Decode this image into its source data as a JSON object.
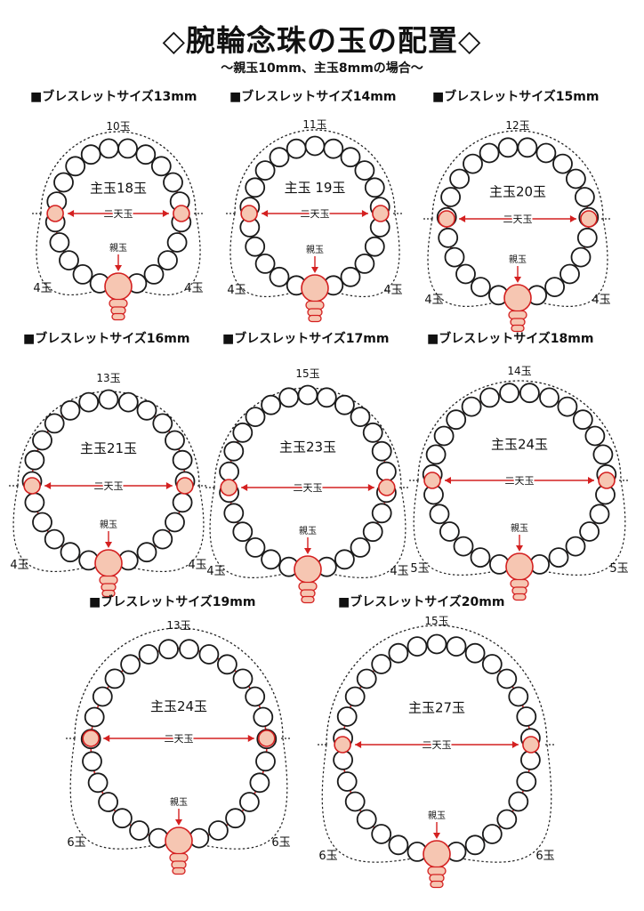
{
  "title": "◇腕輪念珠の玉の配置◇",
  "subtitle": "～親玉10mm、主玉8mmの場合～",
  "colors": {
    "bead_outline": "#1a1a1a",
    "ring_line": "#d42020",
    "accent_bead_fill": "#f6c6b2",
    "accent_bead_stroke": "#d42020",
    "dotted_line": "#222222"
  },
  "diagrams": [
    {
      "heading": "■ブレスレットサイズ13mm",
      "top_count": "10玉",
      "main_beads": "主玉18玉",
      "width_label": "二天玉",
      "oya_label": "親玉",
      "left_count": "4玉",
      "right_count": "4玉"
    },
    {
      "heading": "■ブレスレットサイズ14mm",
      "top_count": "11玉",
      "main_beads": "主玉 19玉",
      "width_label": "二天玉",
      "oya_label": "親玉",
      "left_count": "4玉",
      "right_count": "4玉"
    },
    {
      "heading": "■ブレスレットサイズ15mm",
      "top_count": "12玉",
      "main_beads": "主玉20玉",
      "width_label": "二天玉",
      "oya_label": "親玉",
      "left_count": "4玉",
      "right_count": "4玉"
    },
    {
      "heading": "■ブレスレットサイズ16mm",
      "top_count": "13玉",
      "main_beads": "主玉21玉",
      "width_label": "二天玉",
      "oya_label": "親玉",
      "left_count": "4玉",
      "right_count": "4玉"
    },
    {
      "heading": "■ブレスレットサイズ17mm",
      "top_count": "15玉",
      "main_beads": "主玉23玉",
      "width_label": "二天玉",
      "oya_label": "親玉",
      "left_count": "4玉",
      "right_count": "4玉"
    },
    {
      "heading": "■ブレスレットサイズ18mm",
      "top_count": "14玉",
      "main_beads": "主玉24玉",
      "width_label": "二天玉",
      "oya_label": "親玉",
      "left_count": "5玉",
      "right_count": "5玉"
    },
    {
      "heading": "■ブレスレットサイズ19mm",
      "top_count": "13玉",
      "main_beads": "主玉24玉",
      "width_label": "二天玉",
      "oya_label": "親玉",
      "left_count": "6玉",
      "right_count": "6玉"
    },
    {
      "heading": "■ブレスレットサイズ20mm",
      "top_count": "15玉",
      "main_beads": "主玉27玉",
      "width_label": "二天玉",
      "oya_label": "親玉",
      "left_count": "6玉",
      "right_count": "6玉"
    }
  ]
}
